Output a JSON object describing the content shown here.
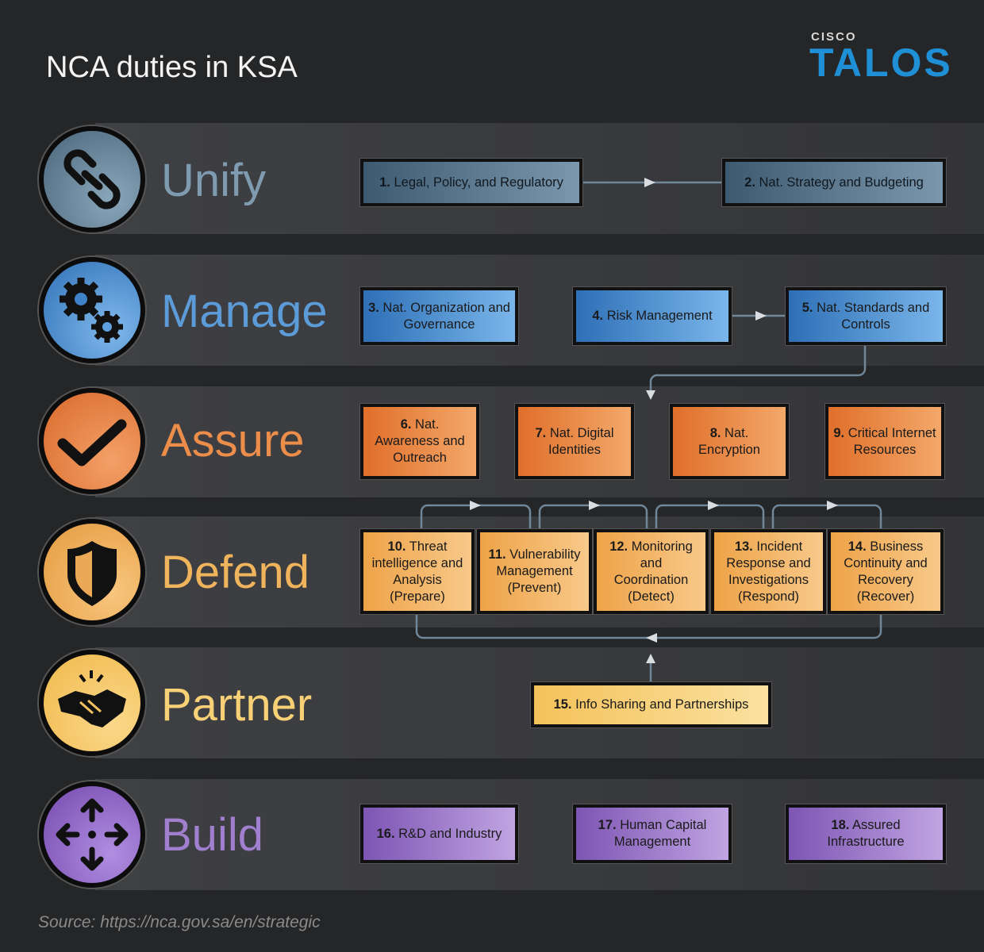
{
  "title": "NCA duties in KSA",
  "logo": {
    "top": "CISCO",
    "main": "TALOS"
  },
  "rows": [
    {
      "label": "Unify",
      "icon": "link-icon",
      "color": "#7f9bb0"
    },
    {
      "label": "Manage",
      "icon": "gears-icon",
      "color": "#5b9bd8"
    },
    {
      "label": "Assure",
      "icon": "checkmark-icon",
      "color": "#ec8d4a"
    },
    {
      "label": "Defend",
      "icon": "shield-icon",
      "color": "#f0b45c"
    },
    {
      "label": "Partner",
      "icon": "handshake-icon",
      "color": "#f8d177"
    },
    {
      "label": "Build",
      "icon": "move-arrows-icon",
      "color": "#a07fcf"
    }
  ],
  "duties": [
    {
      "num": "1.",
      "text": "Legal, Policy, and Regulatory"
    },
    {
      "num": "2.",
      "text": "Nat. Strategy and Budgeting"
    },
    {
      "num": "3.",
      "text": "Nat. Organization and Governance"
    },
    {
      "num": "4.",
      "text": "Risk Management"
    },
    {
      "num": "5.",
      "text": "Nat. Standards and Controls"
    },
    {
      "num": "6.",
      "text": "Nat. Awareness and Outreach"
    },
    {
      "num": "7.",
      "text": "Nat. Digital Identities"
    },
    {
      "num": "8.",
      "text": "Nat. Encryption"
    },
    {
      "num": "9.",
      "text": "Critical Internet Resources"
    },
    {
      "num": "10.",
      "text": "Threat intelligence and Analysis (Prepare)"
    },
    {
      "num": "11.",
      "text": "Vulnerability Management (Prevent)"
    },
    {
      "num": "12.",
      "text": "Monitoring and Coordination (Detect)"
    },
    {
      "num": "13.",
      "text": "Incident Response and Investigations (Respond)"
    },
    {
      "num": "14.",
      "text": "Business Continuity and Recovery (Recover)"
    },
    {
      "num": "15.",
      "text": "Info Sharing and Partnerships"
    },
    {
      "num": "16.",
      "text": "R&D and Industry"
    },
    {
      "num": "17.",
      "text": "Human Capital Management"
    },
    {
      "num": "18.",
      "text": "Assured Infrastructure"
    }
  ],
  "source": "Source: https://nca.gov.sa/en/strategic"
}
